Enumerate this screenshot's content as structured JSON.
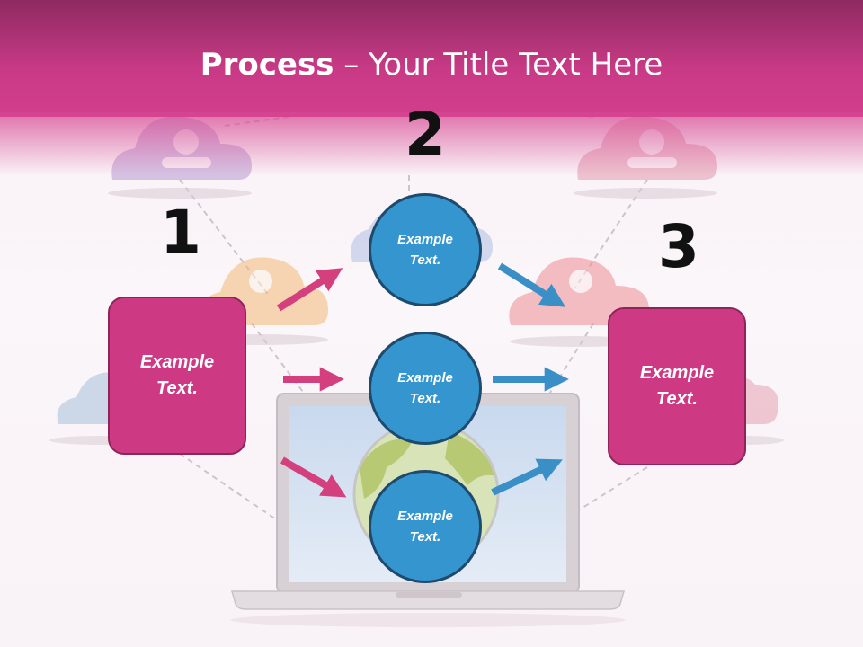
{
  "title": {
    "strong": "Process",
    "rest": " – Your Title Text Here"
  },
  "steps": [
    {
      "number": "1",
      "box_text_1": "Example",
      "box_text_2": "Text."
    },
    {
      "number": "2",
      "circles": [
        {
          "line1": "Example",
          "line2": "Text."
        },
        {
          "line1": "Example",
          "line2": "Text."
        },
        {
          "line1": "Example",
          "line2": "Text."
        }
      ]
    },
    {
      "number": "3",
      "box_text_1": "Example",
      "box_text_2": "Text."
    }
  ],
  "colors": {
    "header": "#c93a86",
    "box": "#cd3a83",
    "circle": "#3596cf",
    "pink_arrow": "#d4407e",
    "blue_arrow": "#3a8fc7"
  }
}
